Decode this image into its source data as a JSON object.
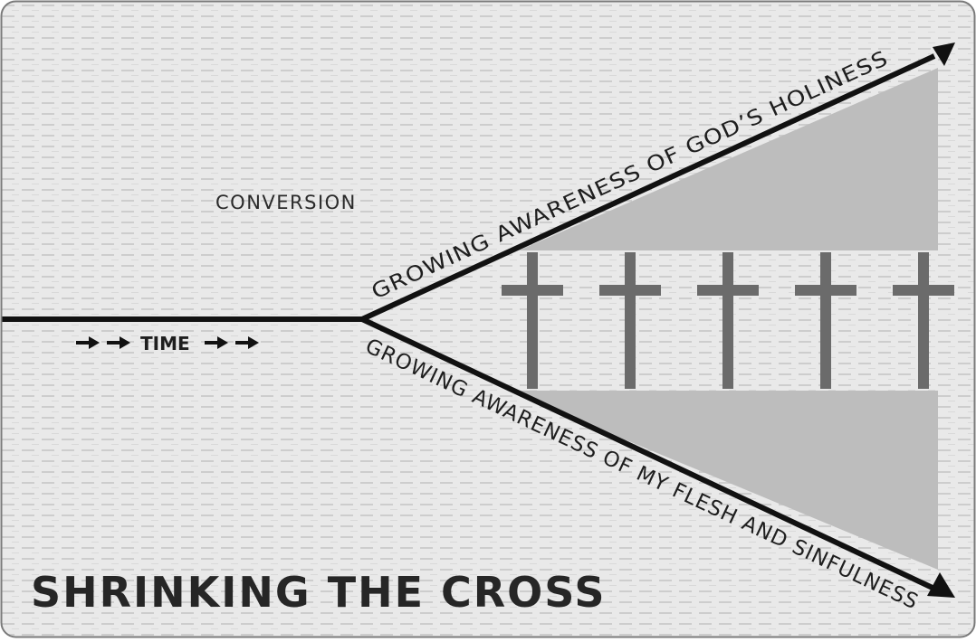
{
  "diagram": {
    "title": "SHRINKING THE CROSS",
    "conversion_label": "CONVERSION",
    "upper_line_label": "GROWING AWARENESS OF GOD’S HOLINESS",
    "lower_line_label": "GROWING AWARENESS OF MY FLESH AND SINFULNESS",
    "time_label": "TIME",
    "cross_count": 5,
    "colors": {
      "background": "#e8e8e8",
      "stripe": "#cfcfcf",
      "wedge": "#bdbdbd",
      "line": "#111111",
      "cross": "#6b6b6b",
      "border": "#7a7a7a"
    }
  }
}
